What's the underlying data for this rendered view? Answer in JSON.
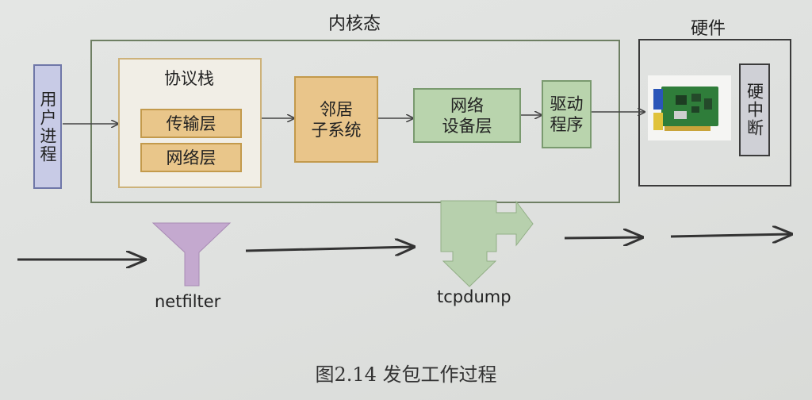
{
  "titles": {
    "kernel": "内核态",
    "hardware": "硬件"
  },
  "boxes": {
    "user_process": "用户进程",
    "protocol_stack": "协议栈",
    "transport_layer": "传输层",
    "network_layer": "网络层",
    "neighbor_subsystem_line1": "邻居",
    "neighbor_subsystem_line2": "子系统",
    "net_device_line1": "网络",
    "net_device_line2": "设备层",
    "driver_line1": "驱动",
    "driver_line2": "程序",
    "hard_interrupt": "硬中断"
  },
  "hooks": {
    "netfilter": "netfilter",
    "tcpdump": "tcpdump"
  },
  "caption": "图2.14    发包工作过程",
  "colors": {
    "kernel_border": "#6e7f63",
    "user_fill": "#c8cbe6",
    "user_border": "#6f77a8",
    "stack_border": "#cdb27a",
    "stack_fill": "#f1eee6",
    "layer_fill": "#e9c68a",
    "layer_border": "#c39a4c",
    "neighbor_fill": "#e9c58a",
    "green_fill": "#b9d4ad",
    "green_border": "#7a9a6f",
    "funnel": "#c4a9cf",
    "hw_border": "#3b3b3b",
    "interrupt_fill": "#cfd0d6"
  }
}
